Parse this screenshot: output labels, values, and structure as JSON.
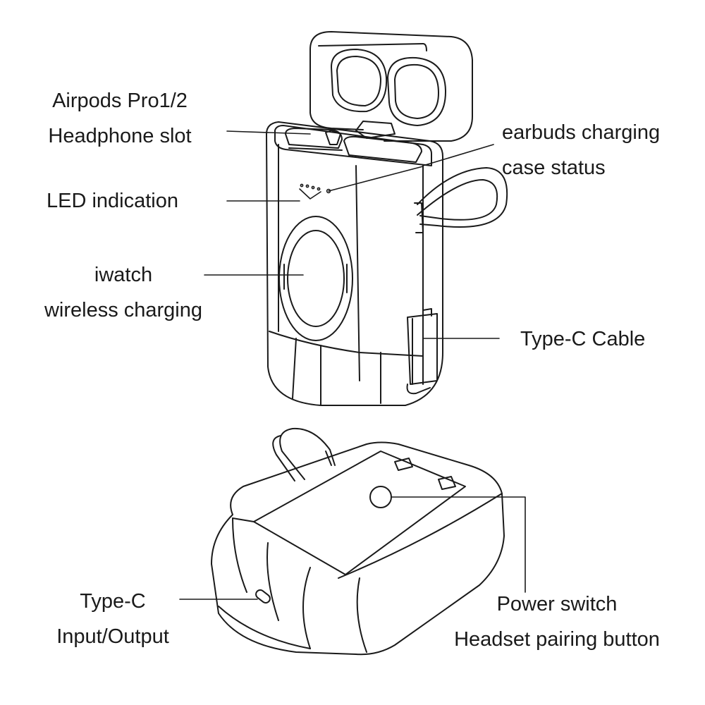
{
  "labels": {
    "headphone_slot": {
      "line1": "Airpods Pro1/2",
      "line2": "Headphone slot"
    },
    "earbuds_status": {
      "line1": "earbuds charging",
      "line2": "case status"
    },
    "led": {
      "line1": "LED indication"
    },
    "iwatch": {
      "line1": "iwatch",
      "line2": "wireless charging"
    },
    "type_c_cable": {
      "line1": "Type-C Cable"
    },
    "type_c_io": {
      "line1": "Type-C",
      "line2": "Input/Output"
    },
    "power_switch": {
      "line1": "Power switch",
      "line2": "Headset pairing button"
    }
  },
  "colors": {
    "ink": "#1a1a1a",
    "background": "#ffffff"
  }
}
